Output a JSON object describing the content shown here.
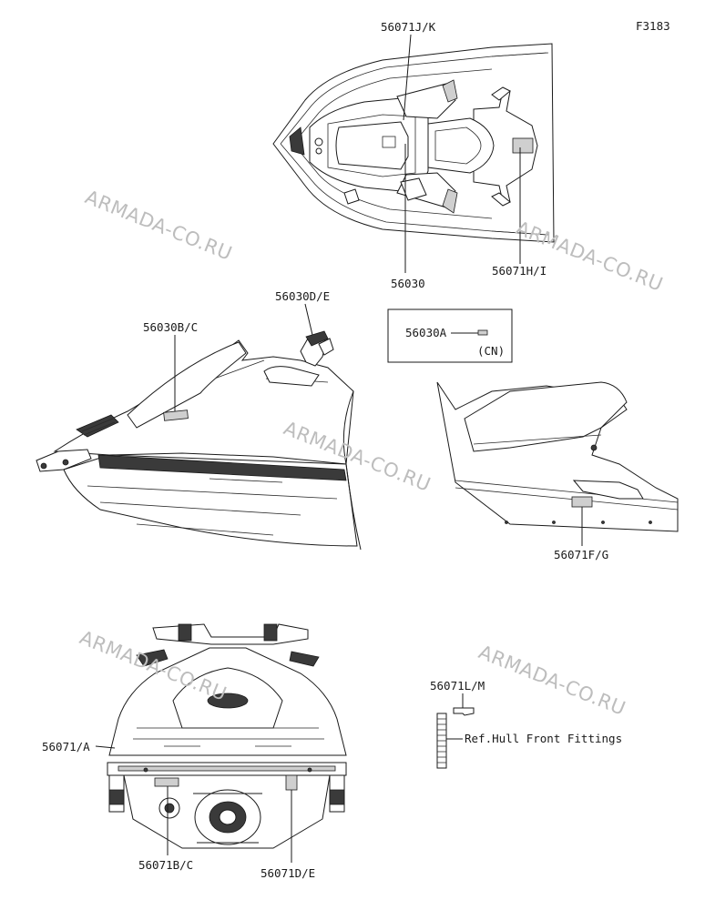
{
  "figure_code": "F3183",
  "watermark": "ARMADA-CO.RU",
  "labels": {
    "l_56071jk": "56071J/K",
    "l_56030": "56030",
    "l_56071hi": "56071H/I",
    "l_56030bc": "56030B/C",
    "l_56030de": "56030D/E",
    "l_56030a": "56030A",
    "l_cn": "(CN)",
    "l_56071fg": "56071F/G",
    "l_56071lm": "56071L/M",
    "l_ref": "Ref.Hull Front Fittings",
    "l_56071a": "56071/A",
    "l_56071bc": "56071B/C",
    "l_56071de": "56071D/E"
  }
}
